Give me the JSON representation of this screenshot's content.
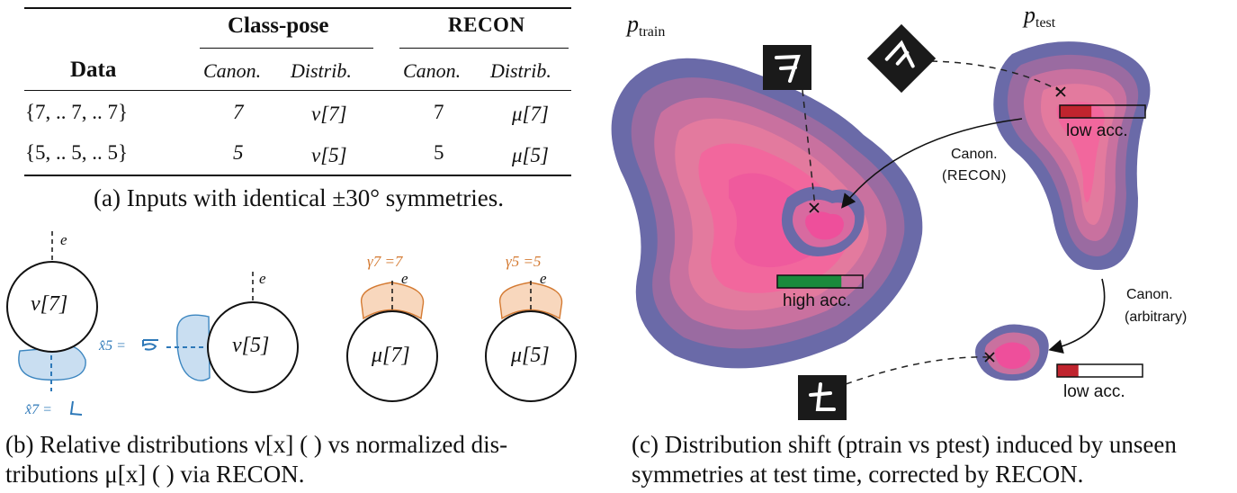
{
  "table": {
    "header_data": "Data",
    "group1": "Class-pose",
    "group2": "RECON",
    "sub_canon": "Canon.",
    "sub_distrib": "Distrib.",
    "rows": [
      {
        "data": "{7, .. 7, .. 7}",
        "cp_canon": "7",
        "cp_distrib": "ν[7]",
        "rc_canon": "7",
        "rc_distrib": "μ[7]"
      },
      {
        "data": "{5, .. 5, .. 5}",
        "cp_canon": "5",
        "cp_distrib": "ν[5]",
        "rc_canon": "5",
        "rc_distrib": "μ[5]"
      }
    ],
    "caption": "(a) Inputs with identical ±30° symmetries."
  },
  "panel_b": {
    "e_label": "e",
    "nu7": "ν[7]",
    "nu5": "ν[5]",
    "mu7": "μ[7]",
    "mu5": "μ[5]",
    "x7": "x̂7 =",
    "x5": "x̂5 =",
    "g7": "γ7 =7",
    "g5": "γ5 =5",
    "caption_line1": "(b) Relative distributions ν[x] ( ) vs normalized dis-",
    "caption_line2": "tributions μ[x] ( ) via RECON."
  },
  "panel_c": {
    "p_train": "ptrain",
    "p_test": "ptest",
    "canon_recon_1": "Canon.",
    "canon_recon_2": "(RECON)",
    "canon_arb_1": "Canon.",
    "canon_arb_2": "(arbitrary)",
    "high_acc": "high acc.",
    "low_acc_top": "low acc.",
    "low_acc_bottom": "low acc.",
    "high_acc_value": 0.75,
    "low_acc_top_value": 0.37,
    "low_acc_bottom_value": 0.25,
    "caption_line1": "(c) Distribution shift (ptrain vs ptest) induced by unseen",
    "caption_line2": "symmetries at test time, corrected by RECON.",
    "colors": {
      "outer": "#6a6aa8",
      "inner": "#ee4f9b",
      "high": "#1a8a3c",
      "low": "#c0242e"
    }
  }
}
